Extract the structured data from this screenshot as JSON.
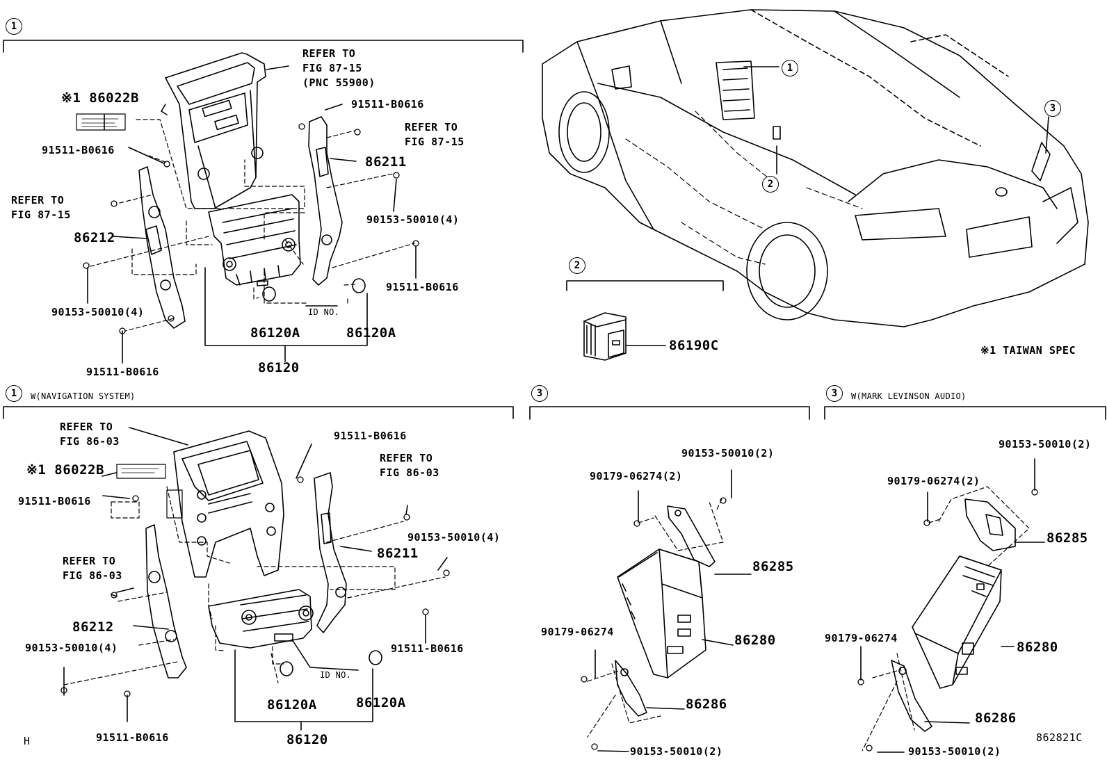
{
  "sections": {
    "s1_circle": "1",
    "s1nav_circle": "1",
    "s1nav_title": "W(NAVIGATION SYSTEM)",
    "s2_circle": "2",
    "s3_circle": "3",
    "s3ml_circle": "3",
    "s3ml_title": "W(MARK LEVINSON AUDIO)"
  },
  "car": {
    "callout1": "1",
    "callout2": "2",
    "callout3": "3"
  },
  "s1": {
    "refer1": "REFER TO",
    "refer1_fig": "FIG 87-15",
    "refer1_pnc": "(PNC 55900)",
    "taiwan_part": "※1 86022B",
    "bolt_top_left": "91511-B0616",
    "bolt_top_right": "91511-B0616",
    "refer2": "REFER TO",
    "refer2_fig": "FIG 87-15",
    "refer3": "REFER TO",
    "refer3_fig": "FIG 87-15",
    "bracket_right": "86211",
    "bracket_left": "86212",
    "screw_right": "90153-50010(4)",
    "screw_left": "90153-50010(4)",
    "bolt_mid_right": "91511-B0616",
    "bolt_bottom_left": "91511-B0616",
    "id_no": "ID NO.",
    "knob_left": "86120A",
    "knob_right": "86120A",
    "panel": "86120"
  },
  "s2": {
    "switch": "86190C"
  },
  "footnote": "※1 TAIWAN SPEC",
  "s1nav": {
    "refer1": "REFER TO",
    "refer1_fig": "FIG 86-03",
    "taiwan_part": "※1 86022B",
    "bolt_left": "91511-B0616",
    "bolt_top": "91511-B0616",
    "refer2": "REFER TO",
    "refer2_fig": "FIG 86-03",
    "refer3": "REFER TO",
    "refer3_fig": "FIG 86-03",
    "screw_right": "90153-50010(4)",
    "bracket_right": "86211",
    "bracket_left": "86212",
    "screw_left": "90153-50010(4)",
    "bolt_right": "91511-B0616",
    "id_no": "ID NO.",
    "knob_left": "86120A",
    "knob_right": "86120A",
    "bolt_bottom": "91511-B0616",
    "panel": "86120",
    "corner": "H"
  },
  "s3": {
    "screw_top": "90153-50010(2)",
    "nut_top": "90179-06274(2)",
    "bracket_top": "86285",
    "amp": "86280",
    "nut_bottom": "90179-06274",
    "bracket_bottom": "86286",
    "screw_bottom": "90153-50010(2)"
  },
  "s3ml": {
    "screw_top": "90153-50010(2)",
    "nut_top": "90179-06274(2)",
    "bracket_top": "86285",
    "amp": "86280",
    "nut_bottom": "90179-06274",
    "bracket_bottom": "86286",
    "screw_bottom": "90153-50010(2)",
    "fig_id": "862821C"
  }
}
